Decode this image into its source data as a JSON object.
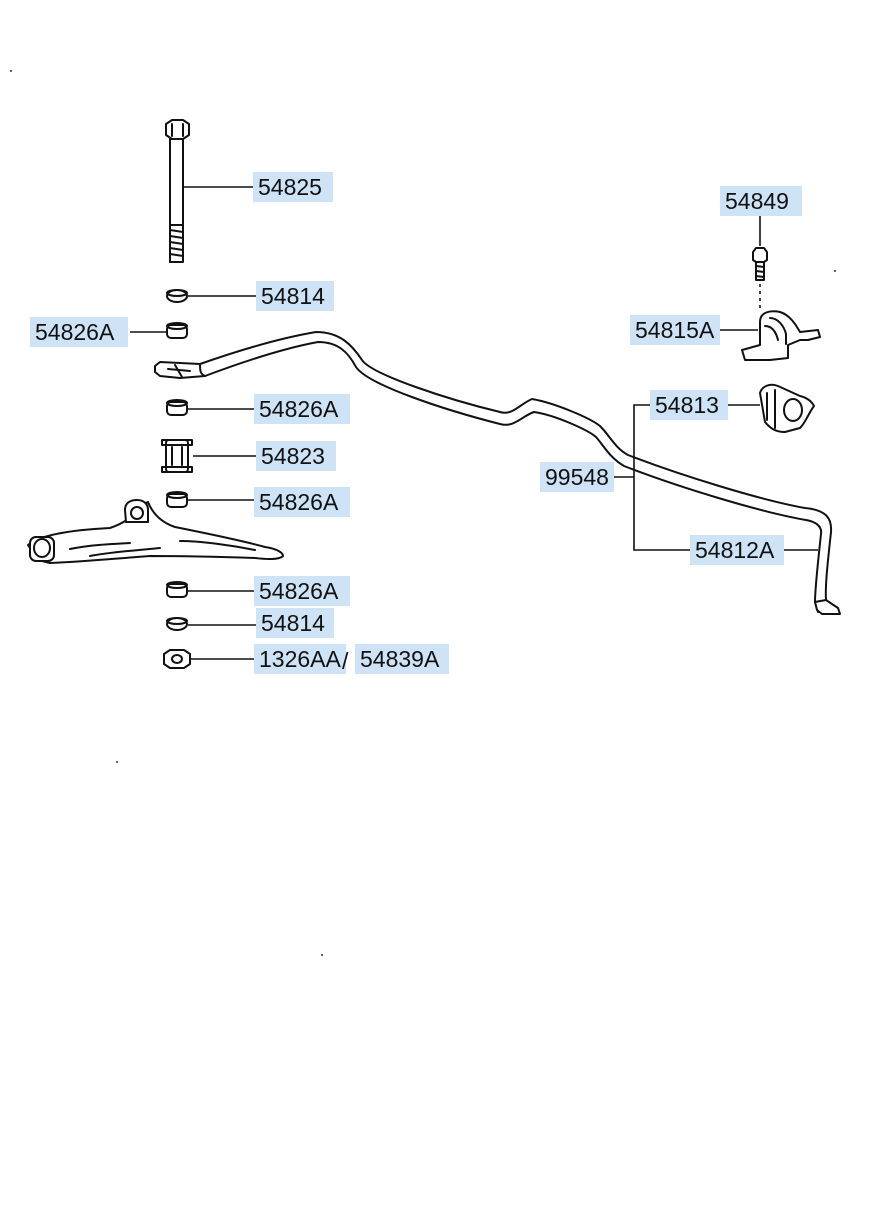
{
  "labels": {
    "p54825": "54825",
    "p54814_top": "54814",
    "p54826A_1": "54826A",
    "p54826A_2": "54826A",
    "p54823": "54823",
    "p54826A_3": "54826A",
    "p54826A_4": "54826A",
    "p54814_bottom": "54814",
    "p1326AA": "1326AA",
    "separator": "/",
    "p54839A": "54839A",
    "p54849": "54849",
    "p54815A": "54815A",
    "p54813": "54813",
    "p99548": "99548",
    "p54812A": "54812A"
  },
  "colors": {
    "highlight": "#cfe3f7",
    "line": "#111111",
    "background": "#ffffff"
  }
}
